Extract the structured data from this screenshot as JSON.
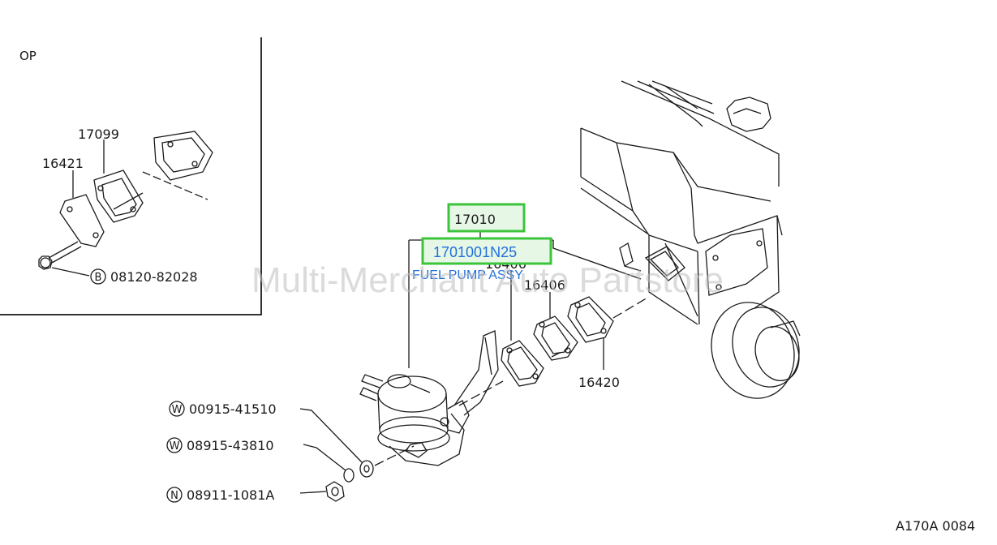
{
  "inset": {
    "option_label": "OP",
    "part_17099": "17099",
    "part_16421": "16421",
    "bolt_prefix": "B",
    "bolt_number": "08120-82028"
  },
  "main": {
    "part_17010": "17010",
    "highlight_part_number": "1701001N25",
    "highlight_part_name": "FUEL PUMP ASSY",
    "part_16406_a": "16406",
    "part_16406_b": "16406",
    "part_16420": "16420",
    "washer1_prefix": "W",
    "washer1_number": "00915-41510",
    "washer2_prefix": "W",
    "washer2_number": "08915-43810",
    "nut_prefix": "N",
    "nut_number": "08911-1081A"
  },
  "watermark": "Multi-Merchant Auto Partstore",
  "diagram_code": "A170A 0084",
  "colors": {
    "highlight_border": "#3cc43c",
    "highlight_fill": "#e6f7e6",
    "link_blue": "#1f6fdc"
  }
}
